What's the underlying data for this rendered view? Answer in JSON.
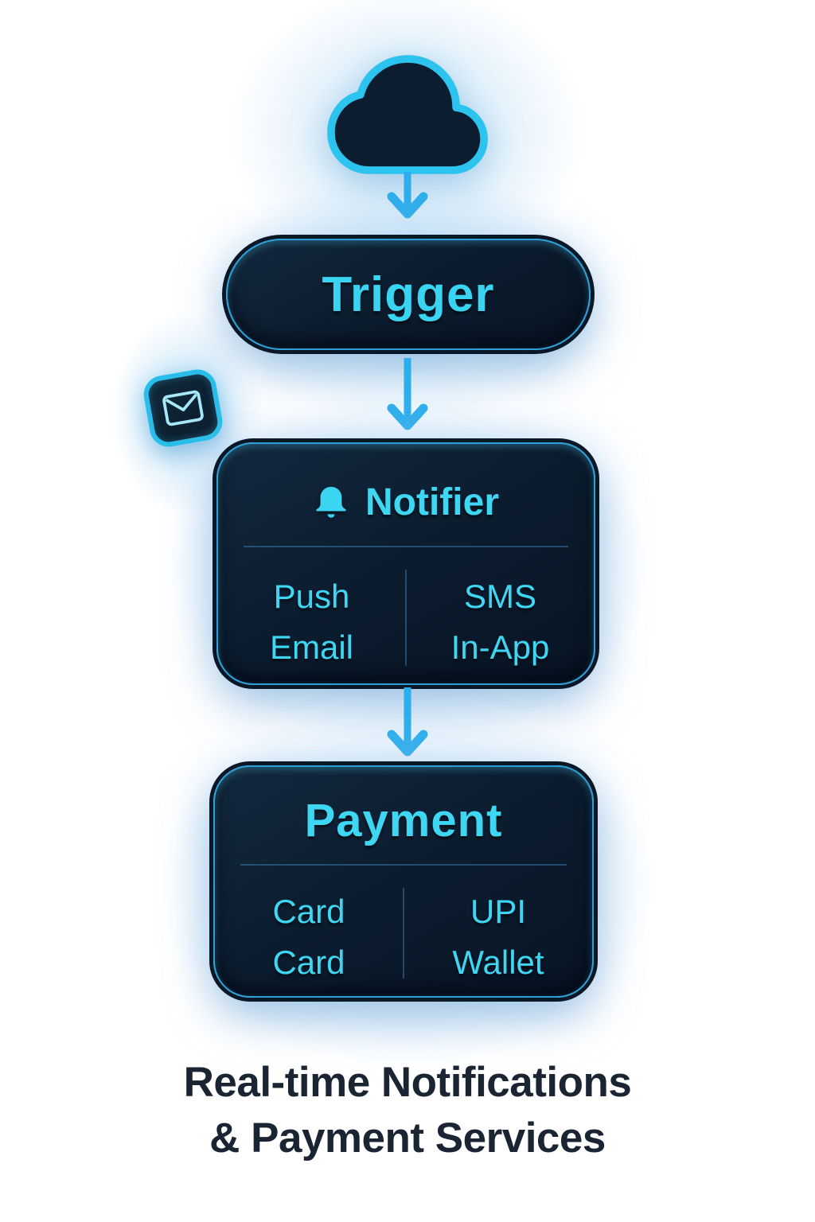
{
  "diagram": {
    "cloud": {
      "icon": "cloud-icon"
    },
    "trigger": {
      "label": "Trigger"
    },
    "mail_badge": {
      "icon": "mail-icon"
    },
    "notifier": {
      "icon": "bell-icon",
      "title": "Notifier",
      "columns": [
        {
          "items": [
            "Push",
            "Email"
          ]
        },
        {
          "items": [
            "SMS",
            "In-App"
          ]
        }
      ]
    },
    "payment": {
      "title": "Payment",
      "columns": [
        {
          "items": [
            "Card",
            "Card"
          ]
        },
        {
          "items": [
            "UPI",
            "Wallet"
          ]
        }
      ]
    },
    "caption": {
      "line1": "Real-time Notifications",
      "line2": "& Payment Services"
    }
  },
  "colors": {
    "accent_cyan": "#3ED7F3",
    "node_fill_dark": "#0C1D30",
    "rim_blue": "#2B9FD6",
    "arrow_blue": "#2DAEEC",
    "divider_blue": "#31628D",
    "caption_text": "#1B2433",
    "background": "#FFFFFF",
    "halo_blue": "#B7DCF6"
  }
}
